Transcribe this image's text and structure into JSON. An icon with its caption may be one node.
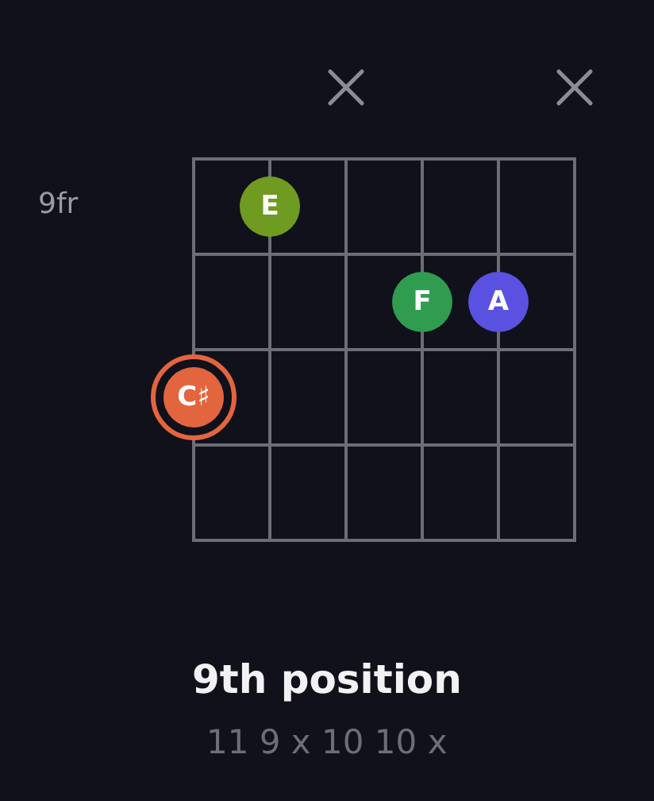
{
  "diagram": {
    "title": "9th position",
    "caption": "11 9 x 10 10 x",
    "nodes": [
      {
        "text": [
          "E"
        ]
      },
      {
        "text": [
          "F"
        ]
      },
      {
        "text": [
          "A"
        ]
      },
      {
        "text": [
          "C♯"
        ]
      }
    ],
    "labels": [
      "9fr"
    ]
  }
}
